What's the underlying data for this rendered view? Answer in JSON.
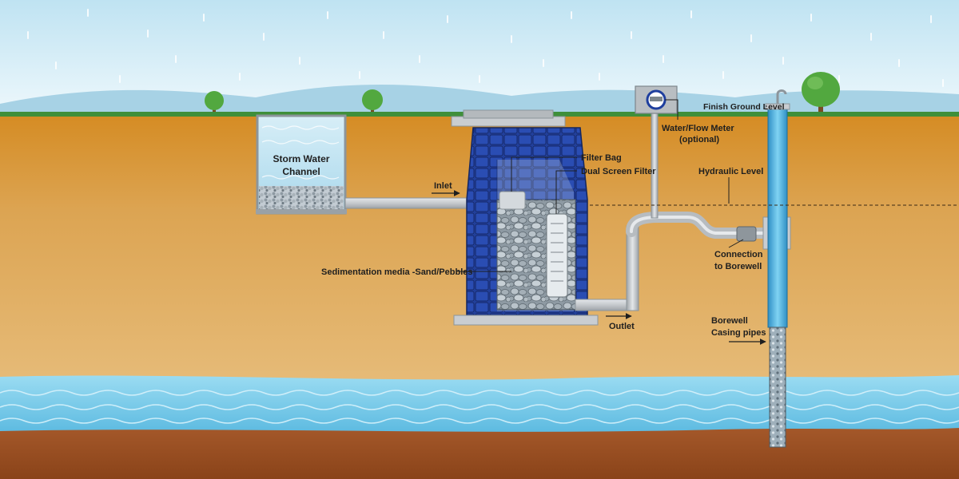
{
  "labels": {
    "storm_water_channel": [
      "Storm Water",
      "Channel"
    ],
    "inlet": "Inlet",
    "filter_bag": "Filter Bag",
    "dual_screen_filter": "Dual Screen Filter",
    "sedimentation_media": "Sedimentation media -Sand/Pebbles",
    "outlet": "Outlet",
    "water_flow_meter": "Water/Flow Meter",
    "optional": "(optional)",
    "finish_ground_level": "Finish Ground Level",
    "hydraulic_level": "Hydraulic Level",
    "connection_to_borewell": [
      "Connection",
      "to Borewell"
    ],
    "borewell_casing_pipes": [
      "Borewell",
      "Casing pipes"
    ]
  },
  "colors": {
    "sky_top": "#bfe3f2",
    "sky_bottom": "#eaf6fb",
    "grass": "#3f8f3a",
    "soil_top": "#d7902a",
    "soil_mid": "#dba55a",
    "soil_low": "#e3b56d",
    "aquifer": "#6fc7e8",
    "bedrock": "#9b4f22",
    "filter_blue": "#1f3f9e",
    "pipe_grey": "#c9cdd1",
    "borewell_blue": "#4db6e6"
  }
}
